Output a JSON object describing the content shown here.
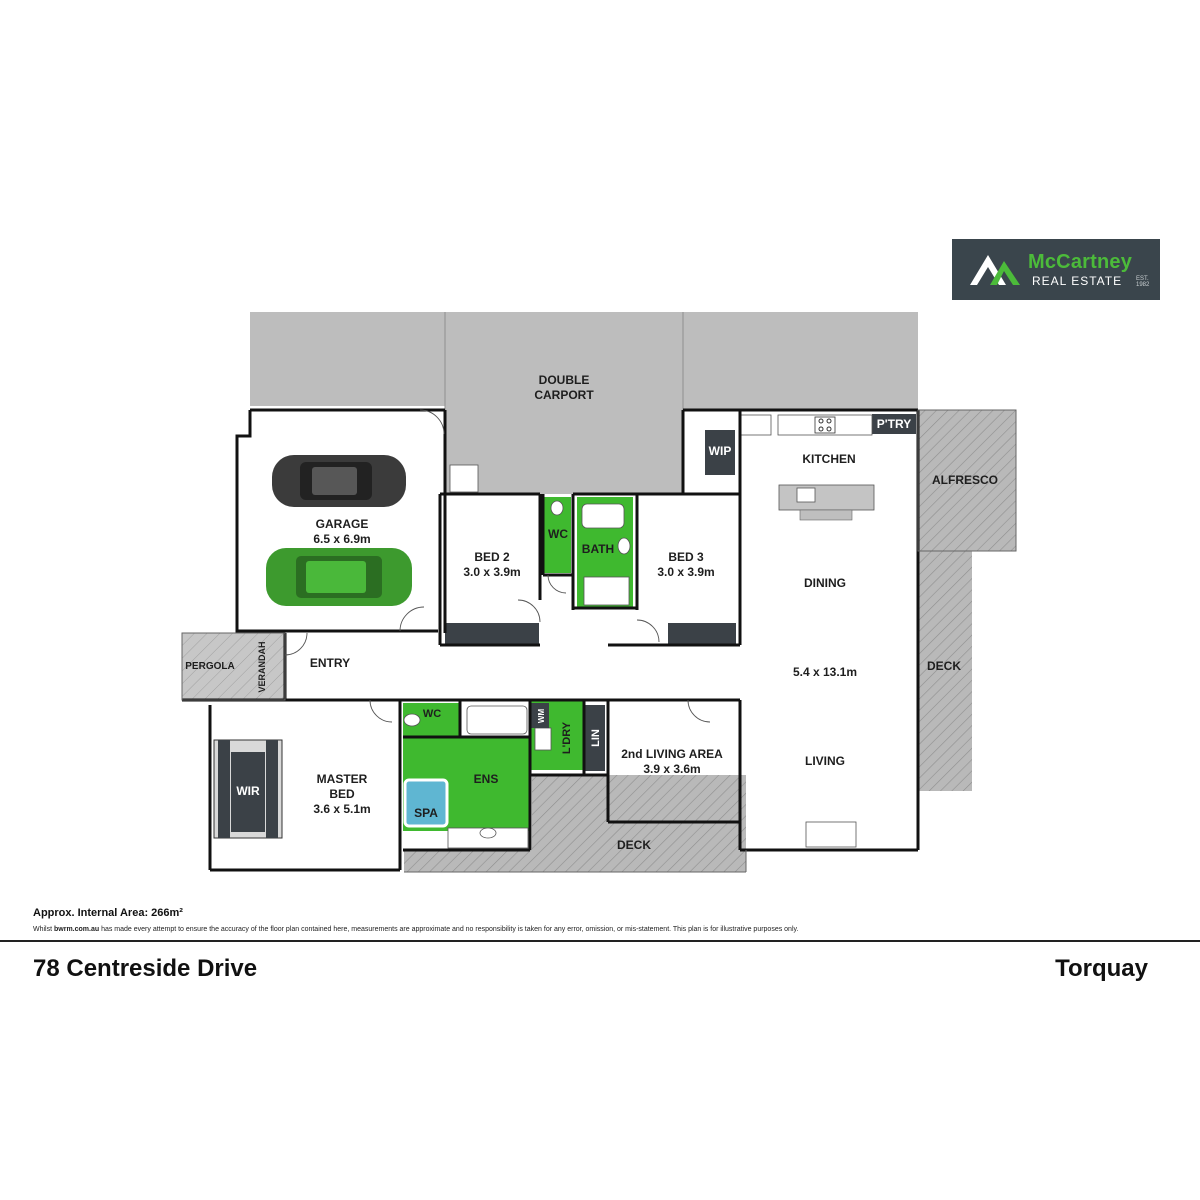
{
  "brand": {
    "name": "McCartney",
    "tagline": "REAL ESTATE",
    "est_line1": "EST.",
    "est_line2": "1982",
    "colors": {
      "panel": "#3a454c",
      "green": "#4cbb3a"
    }
  },
  "rooms": {
    "double_carport_l1": "DOUBLE",
    "double_carport_l2": "CARPORT",
    "garage": "GARAGE",
    "garage_size": "6.5 x 6.9m",
    "wip": "WIP",
    "ptry": "P'TRY",
    "kitchen": "KITCHEN",
    "alfresco": "ALFRESCO",
    "bed2": "BED 2",
    "bed2_size": "3.0 x 3.9m",
    "wc": "WC",
    "bath": "BATH",
    "bed3": "BED 3",
    "bed3_size": "3.0 x 3.9m",
    "dining": "DINING",
    "main_size": "5.4 x 13.1m",
    "deck_east": "DECK",
    "pergola": "PERGOLA",
    "verandah": "VERANDAH",
    "entry": "ENTRY",
    "wc2": "WC",
    "wm": "WM",
    "ldry": "L'DRY",
    "lin": "LIN",
    "living2": "2nd LIVING AREA",
    "living2_size": "3.9 x 3.6m",
    "living": "LIVING",
    "wir": "WIR",
    "master_l1": "MASTER",
    "master_l2": "BED",
    "master_size": "3.6 x 5.1m",
    "ens": "ENS",
    "spa": "SPA",
    "deck_south": "DECK"
  },
  "footer": {
    "area": "Approx. Internal Area: 266m²",
    "disclaimer_pre": "Whilst ",
    "disclaimer_site": "bwrm.com.au",
    "disclaimer_post": " has made every attempt to ensure the accuracy of the floor plan contained here, measurements are approximate and no responsibility is taken for any error, omission, or mis-statement. This plan is for illustrative purposes only.",
    "address": "78 Centreside Drive",
    "suburb": "Torquay"
  },
  "colors": {
    "wet_area": "#3fb92f",
    "roof_grey": "#bcbcbc",
    "deck_grey": "#b4b4b4",
    "wall": "#111111",
    "robe": "#3b4147"
  }
}
